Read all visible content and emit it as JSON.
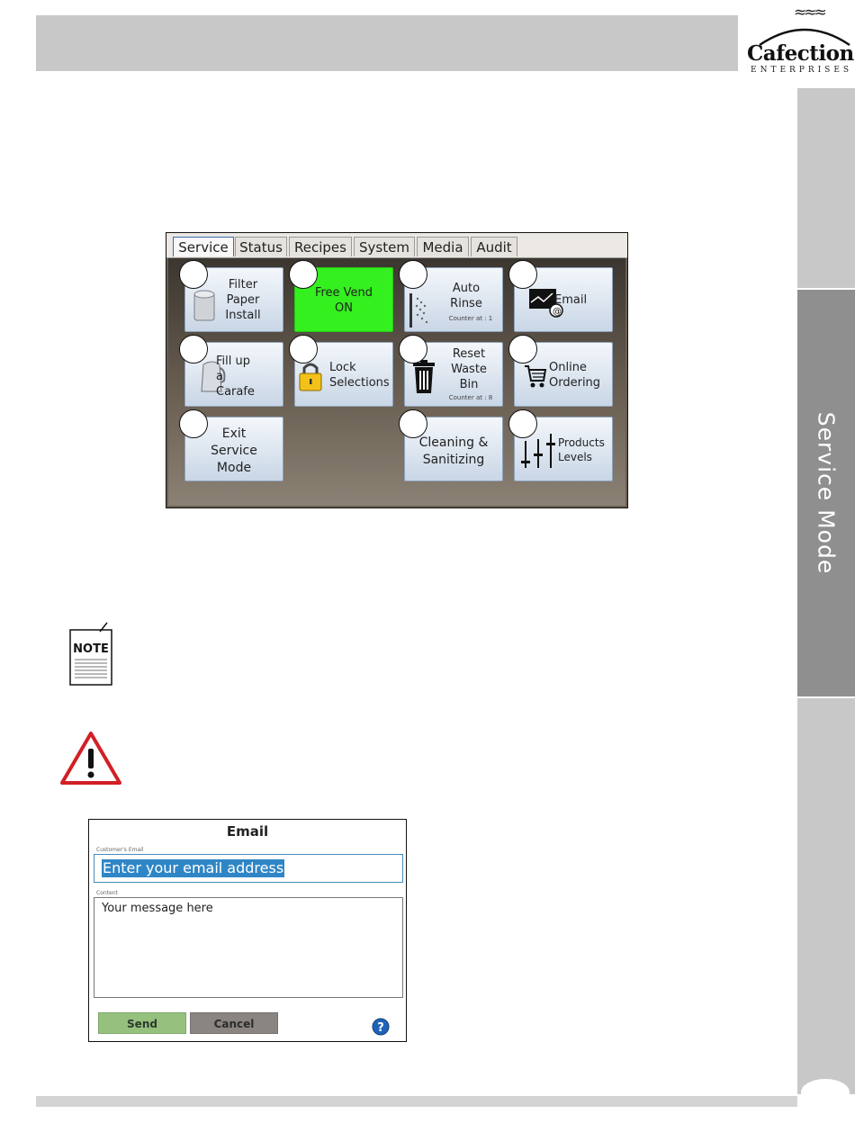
{
  "brand": {
    "name": "Cafection",
    "subtitle": "ENTERPRISES"
  },
  "side_tab": {
    "label": "Service Mode"
  },
  "service_screen": {
    "tabs": [
      {
        "label": "Service",
        "active": true
      },
      {
        "label": "Status",
        "active": false
      },
      {
        "label": "Recipes",
        "active": false
      },
      {
        "label": "System",
        "active": false
      },
      {
        "label": "Media",
        "active": false
      },
      {
        "label": "Audit",
        "active": false
      }
    ],
    "tiles": {
      "filter_paper": {
        "label": "Filter\nPaper\nInstall"
      },
      "free_vend": {
        "label": "Free Vend\nON",
        "color": "#33f01e"
      },
      "auto_rinse": {
        "label": "Auto\nRinse",
        "sub": "Counter at : 1"
      },
      "email": {
        "label": "Email"
      },
      "fill_carafe": {
        "label": "Fill up\na\nCarafe"
      },
      "lock_selections": {
        "label": "Lock\nSelections"
      },
      "reset_waste_bin": {
        "label": "Reset\nWaste\nBin",
        "sub": "Counter at : 8"
      },
      "online_ordering": {
        "label": "Online\nOrdering"
      },
      "exit_service": {
        "label": "Exit\nService\nMode"
      },
      "cleaning": {
        "label": "Cleaning &\nSanitizing"
      },
      "product_levels": {
        "label": "Products\nLevels"
      }
    }
  },
  "note_icon": {
    "label": "NOTE"
  },
  "email_dialog": {
    "title": "Email",
    "email_label": "Customer's Email",
    "email_value": "Enter your email address",
    "content_label": "Content",
    "content_value": "Your message here",
    "send_label": "Send",
    "cancel_label": "Cancel"
  },
  "colors": {
    "header_bar": "#c8c8c8",
    "side_active": "#8f8f8f",
    "send_button": "#95c07e",
    "cancel_button": "#8a8580",
    "input_highlight": "#2f86c6",
    "warning_red": "#d21f26"
  }
}
